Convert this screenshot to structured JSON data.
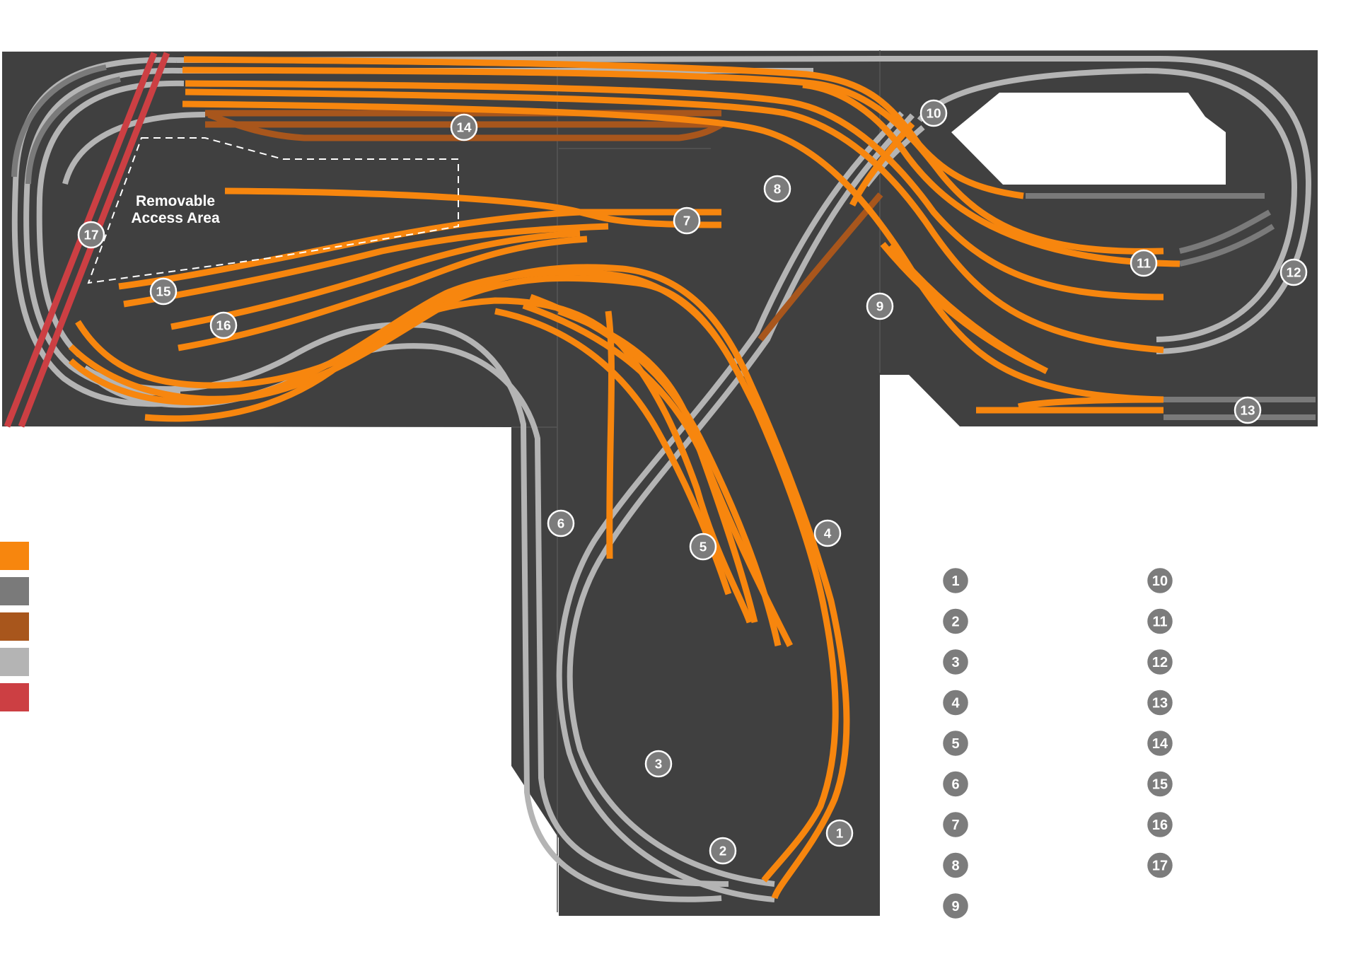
{
  "colors": {
    "background": "#ffffff",
    "board": "#404040",
    "track_orange": "#f7860e",
    "track_dark_gray": "#7a7a7a",
    "track_brown": "#a8561c",
    "track_light_gray": "#b4b4b4",
    "track_red": "#cc3f43",
    "marker_fill": "#7c7c7c",
    "marker_ring": "#ffffff"
  },
  "area_label": {
    "line1": "Removable",
    "line2": "Access Area"
  },
  "track_markers": [
    "1",
    "2",
    "3",
    "4",
    "5",
    "6",
    "7",
    "8",
    "9",
    "10",
    "11",
    "12",
    "13",
    "14",
    "15",
    "16",
    "17"
  ],
  "legend": {
    "swatches": [
      {
        "color_key": "track_orange",
        "icon": "orange-track-swatch"
      },
      {
        "color_key": "track_dark_gray",
        "icon": "dark-gray-track-swatch"
      },
      {
        "color_key": "track_brown",
        "icon": "brown-track-swatch"
      },
      {
        "color_key": "track_light_gray",
        "icon": "light-gray-track-swatch"
      },
      {
        "color_key": "track_red",
        "icon": "red-track-swatch"
      }
    ],
    "key_numbers_col1": [
      "1",
      "2",
      "3",
      "4",
      "5",
      "6",
      "7",
      "8",
      "9"
    ],
    "key_numbers_col2": [
      "10",
      "11",
      "12",
      "13",
      "14",
      "15",
      "16",
      "17"
    ]
  }
}
